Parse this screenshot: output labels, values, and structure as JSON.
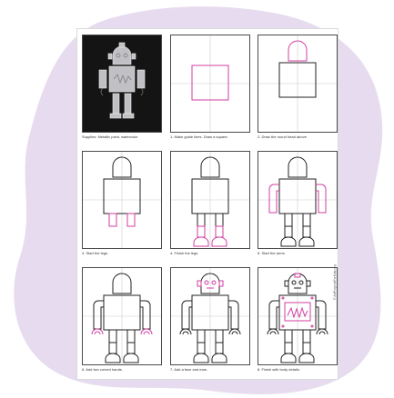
{
  "page": {
    "background_blob_color": "#e7dcef",
    "guide_color": "#d23fa0",
    "line_color": "#222222"
  },
  "photo": {
    "subject": "robot painting with metallic paint on black paper",
    "caption": "Supplies: Metallic paint, watercolor"
  },
  "steps": [
    {
      "caption": "1. Make guide lines. Draw a square."
    },
    {
      "caption": "2. Draw the round head above."
    },
    {
      "caption": "3. Start the legs."
    },
    {
      "caption": "4. Finish the legs."
    },
    {
      "caption": "5. Start the arms."
    },
    {
      "caption": "6. Add two curved hands."
    },
    {
      "caption": "7. Add a face and ears."
    },
    {
      "caption": "8. Finish with body details."
    }
  ],
  "credit": "© ArtProjectsForKids.org"
}
